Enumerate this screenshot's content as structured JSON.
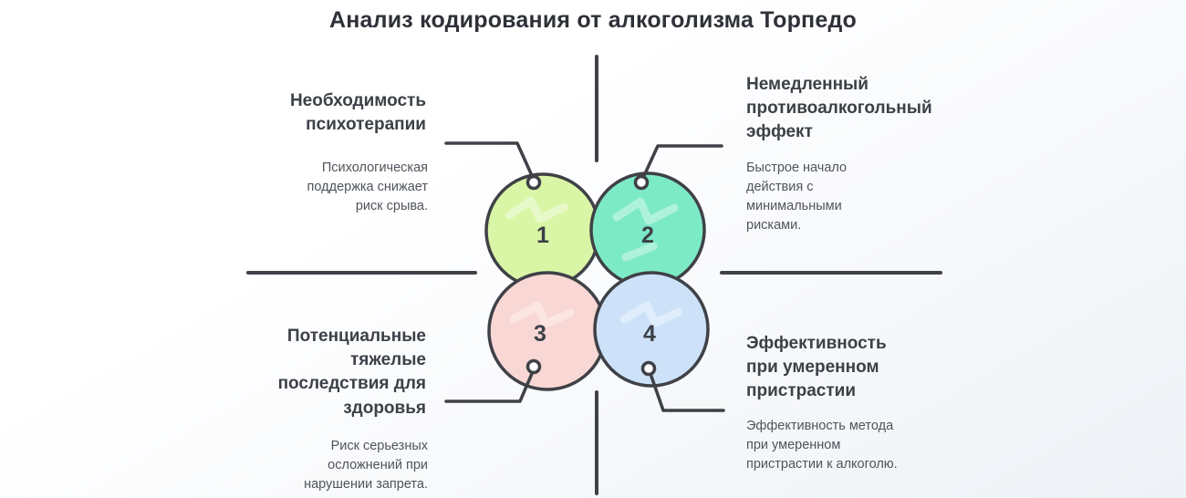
{
  "title": "Анализ кодирования от алкоголизма Торпедо",
  "quadrants": [
    {
      "heading": "Необходимость психотерапии",
      "description": "Психологическая поддержка снижает риск срыва."
    },
    {
      "heading": "Немедленный противоалкогольный эффект",
      "description": "Быстрое начало действия с минимальными рисками."
    },
    {
      "heading": "Потенциальные тяжелые последствия для здоровья",
      "description": "Риск серьезных осложнений при нарушении запрета."
    },
    {
      "heading": "Эффективность при умеренном пристрастии",
      "description": "Эффективность метода при умеренном пристрастии к алкоголю."
    }
  ],
  "circles": [
    {
      "number": "1",
      "color": "#d9f6a6"
    },
    {
      "number": "2",
      "color": "#7deac6"
    },
    {
      "number": "3",
      "color": "#f9d7d4"
    },
    {
      "number": "4",
      "color": "#cde2f9"
    }
  ],
  "colors": {
    "line": "#3f4147",
    "title": "#2e3137",
    "heading": "#3c4047",
    "body": "#4f545c",
    "bg_start": "#ffffff",
    "bg_end": "#eef1f6",
    "dot_fill": "#ffffff"
  }
}
